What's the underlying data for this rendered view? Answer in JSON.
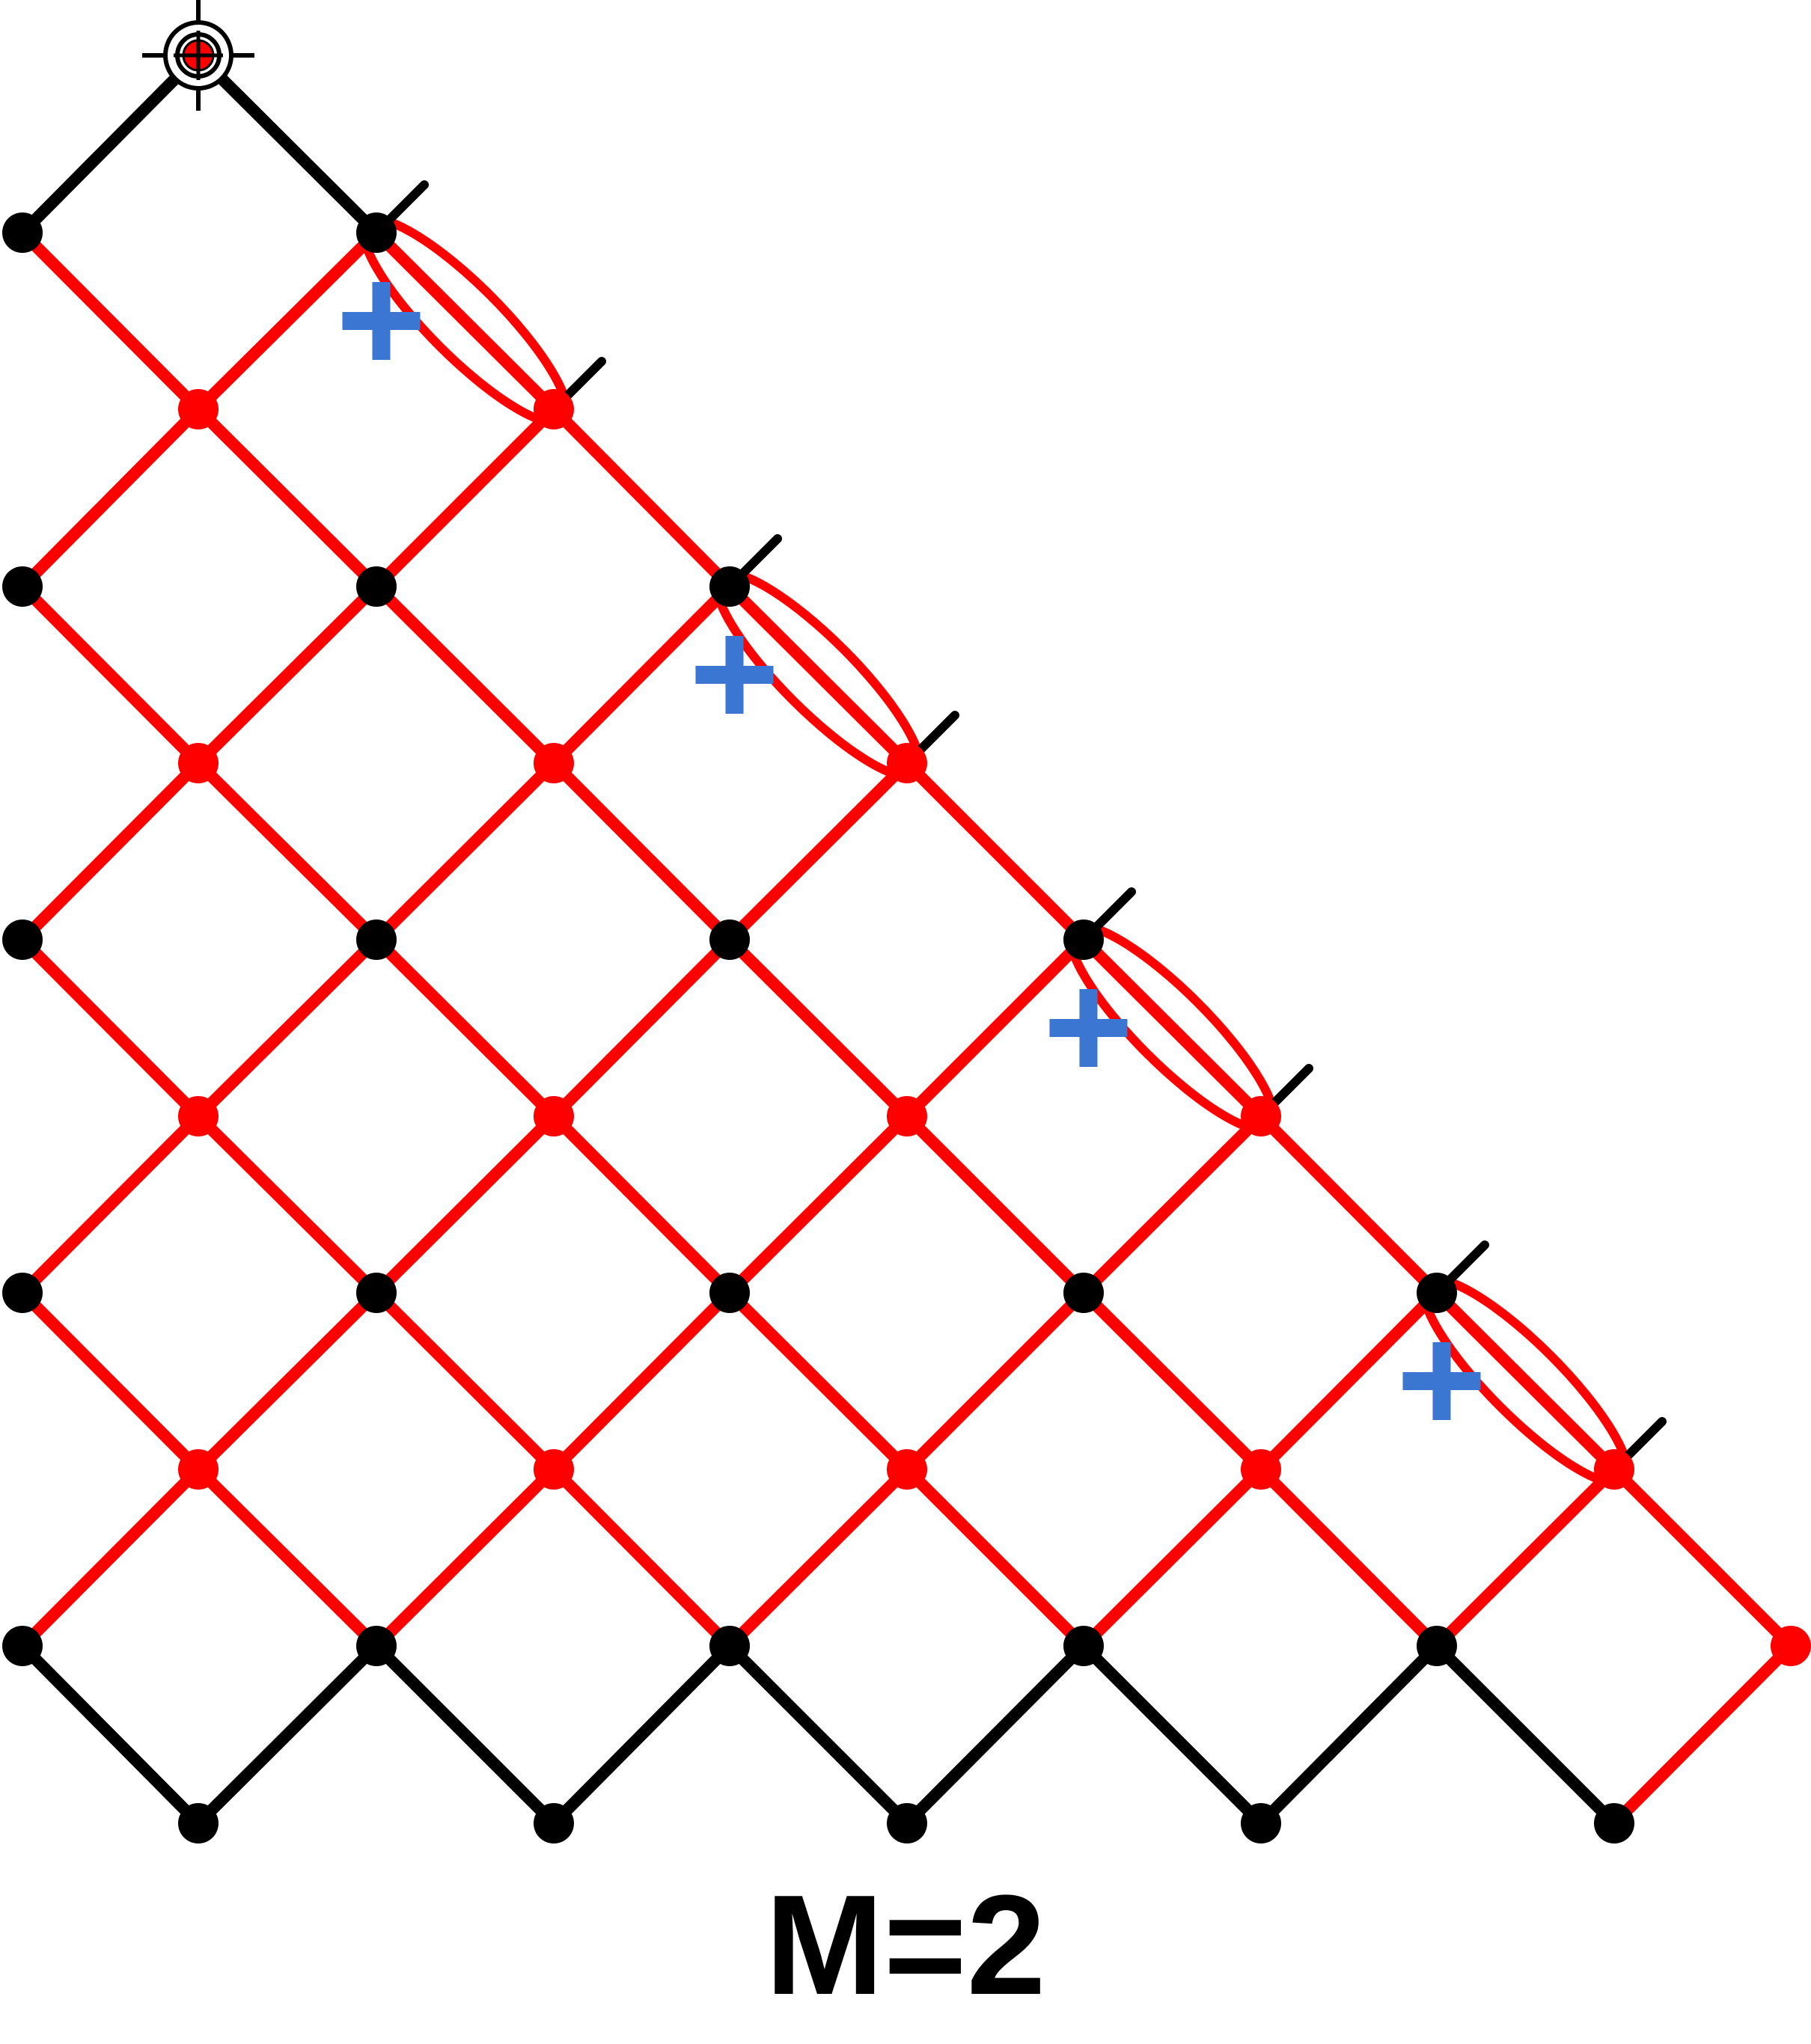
{
  "diagram": {
    "caption": "M=2",
    "colors": {
      "black": "#000000",
      "red": "#ff0000",
      "blue": "#3a76d2"
    },
    "icons": {
      "origin_marker": "crosshair-target-icon",
      "sign_marker": "plus-sign",
      "pair_link": "ellipse-loop"
    },
    "sign_markers": [
      "+",
      "+",
      "+",
      "+"
    ]
  }
}
